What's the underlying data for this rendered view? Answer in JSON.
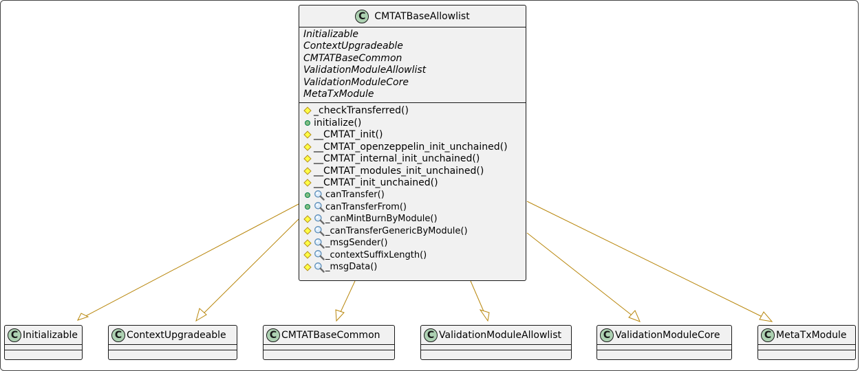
{
  "main_class": {
    "stereotype_letter": "C",
    "name": "CMTATBaseAllowlist",
    "parents": [
      "Initializable",
      "ContextUpgradeable",
      "CMTATBaseCommon",
      "ValidationModuleAllowlist",
      "ValidationModuleCore",
      "MetaTxModule"
    ],
    "methods": [
      {
        "visibility": "protected",
        "view": false,
        "name": "_checkTransferred()"
      },
      {
        "visibility": "public",
        "view": false,
        "name": "initialize()"
      },
      {
        "visibility": "protected",
        "view": false,
        "name": "__CMTAT_init()"
      },
      {
        "visibility": "protected",
        "view": false,
        "name": "__CMTAT_openzeppelin_init_unchained()"
      },
      {
        "visibility": "protected",
        "view": false,
        "name": "__CMTAT_internal_init_unchained()"
      },
      {
        "visibility": "protected",
        "view": false,
        "name": "__CMTAT_modules_init_unchained()"
      },
      {
        "visibility": "protected",
        "view": false,
        "name": "__CMTAT_init_unchained()"
      },
      {
        "visibility": "public",
        "view": true,
        "name": "canTransfer()"
      },
      {
        "visibility": "public",
        "view": true,
        "name": "canTransferFrom()"
      },
      {
        "visibility": "protected",
        "view": true,
        "name": "_canMintBurnByModule()"
      },
      {
        "visibility": "protected",
        "view": true,
        "name": "_canTransferGenericByModule()"
      },
      {
        "visibility": "protected",
        "view": true,
        "name": "_msgSender()"
      },
      {
        "visibility": "protected",
        "view": true,
        "name": "_contextSuffixLength()"
      },
      {
        "visibility": "protected",
        "view": true,
        "name": "_msgData()"
      }
    ]
  },
  "parent_classes": [
    {
      "stereotype_letter": "C",
      "name": "Initializable"
    },
    {
      "stereotype_letter": "C",
      "name": "ContextUpgradeable"
    },
    {
      "stereotype_letter": "C",
      "name": "CMTATBaseCommon"
    },
    {
      "stereotype_letter": "C",
      "name": "ValidationModuleAllowlist"
    },
    {
      "stereotype_letter": "C",
      "name": "ValidationModuleCore"
    },
    {
      "stereotype_letter": "C",
      "name": "MetaTxModule"
    }
  ],
  "colors": {
    "class_fill": "#f1f1f1",
    "class_border": "#181818",
    "class_circle": "#add1b2",
    "edge": "#b8860b",
    "public_dot": "#84be84",
    "protected_diamond": "#ffff44"
  }
}
